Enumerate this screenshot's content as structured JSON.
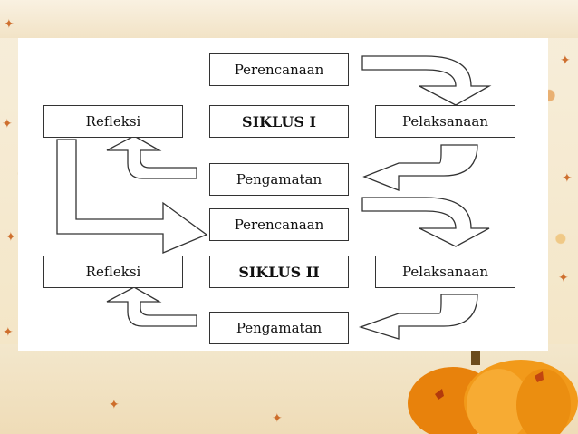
{
  "cycle1": {
    "perencanaan": "Perencanaan",
    "refleksi": "Refleksi",
    "siklus": "SIKLUS I",
    "pelaksanaan": "Pelaksanaan",
    "pengamatan": "Pengamatan"
  },
  "cycle2": {
    "perencanaan": "Perencanaan",
    "refleksi": "Refleksi",
    "siklus": "SIKLUS II",
    "pelaksanaan": "Pelaksanaan",
    "pengamatan": "Pengamatan"
  },
  "decor": {
    "leaf_icon": "maple-leaf-icon",
    "pumpkin_icon": "pumpkin-icon"
  }
}
